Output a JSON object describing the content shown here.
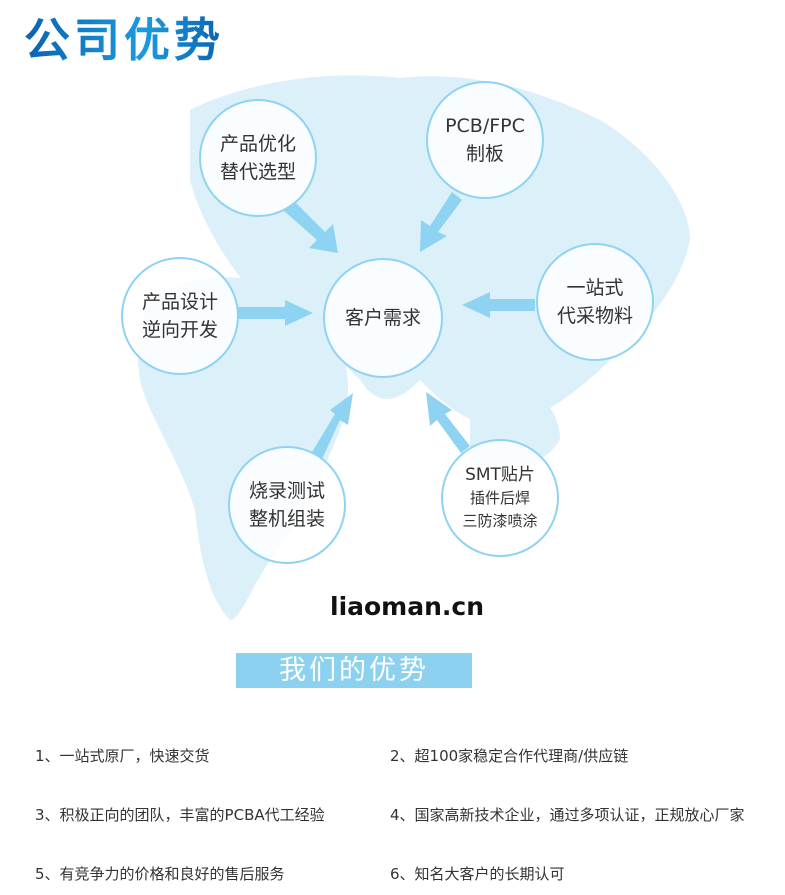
{
  "title": "公司优势",
  "center": "客户需求",
  "nodes": {
    "optimize": [
      "产品优化",
      "替代选型"
    ],
    "pcb": [
      "PCB/FPC",
      "制板"
    ],
    "onestop": [
      "一站式",
      "代采物料"
    ],
    "design": [
      "产品设计",
      "逆向开发"
    ],
    "burn": [
      "烧录测试",
      "整机组装"
    ],
    "smt": [
      "SMT贴片",
      "插件后焊",
      "三防漆喷涂"
    ]
  },
  "watermark": "liaoman.cn",
  "banner": "我们的优势",
  "advantages": [
    "1、一站式原厂，快速交货",
    "2、超100家稳定合作代理商/供应链",
    "3、积极正向的团队，丰富的PCBA代工经验",
    "4、国家高新技术企业，通过多项认证，正规放心厂家",
    "5、有竞争力的价格和良好的售后服务",
    "6、知名大客户的长期认可"
  ],
  "colors": {
    "accent": "#1a8fd8",
    "circle_border": "#8fd3f2",
    "arrow": "#8fd3f2",
    "map": "#dcf0fa",
    "banner": "#8dd1f0"
  }
}
